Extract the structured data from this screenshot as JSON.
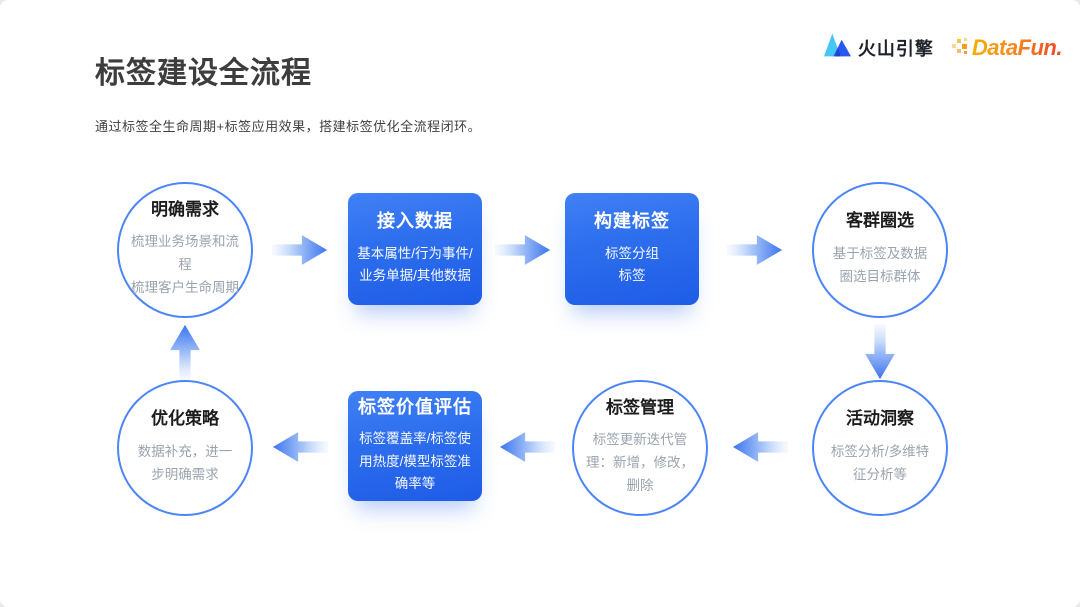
{
  "page": {
    "title": "标签建设全流程",
    "subtitle": "通过标签全生命周期+标签应用效果，搭建标签优化全流程闭环。"
  },
  "logos": {
    "volcengine_label": "火山引擎",
    "datafun_label": "DataFun."
  },
  "colors": {
    "primary_blue": "#2E6CEC",
    "rect_gradient_top": "#4181F5",
    "rect_gradient_bottom": "#1E5CE6",
    "circle_border": "#4B86F7",
    "arrow_blue": "#3B74EF",
    "title_text": "#3D3D3D",
    "desc_gray": "#9AA3AE",
    "datafun_orange": "#F58A1F",
    "volc_cyan": "#45C6F5"
  },
  "flow": {
    "nodes": [
      {
        "shape": "circle",
        "title": "明确需求",
        "desc": "梳理业务场景和流程\n梳理客户生命周期"
      },
      {
        "shape": "rect",
        "title": "接入数据",
        "desc": "基本属性/行为事件/\n业务单据/其他数据"
      },
      {
        "shape": "rect",
        "title": "构建标签",
        "desc": "标签分组\n标签"
      },
      {
        "shape": "circle",
        "title": "客群圈选",
        "desc": "基于标签及数据\n圈选目标群体"
      },
      {
        "shape": "circle",
        "title": "活动洞察",
        "desc": "标签分析/多维特\n征分析等"
      },
      {
        "shape": "circle",
        "title": "标签管理",
        "desc": "标签更新迭代管\n理：新增，修改，\n删除"
      },
      {
        "shape": "rect",
        "title": "标签价值评估",
        "desc": "标签覆盖率/标签使\n用热度/模型标签准\n确率等"
      },
      {
        "shape": "circle",
        "title": "优化策略",
        "desc": "数据补充，进一\n步明确需求"
      }
    ]
  }
}
